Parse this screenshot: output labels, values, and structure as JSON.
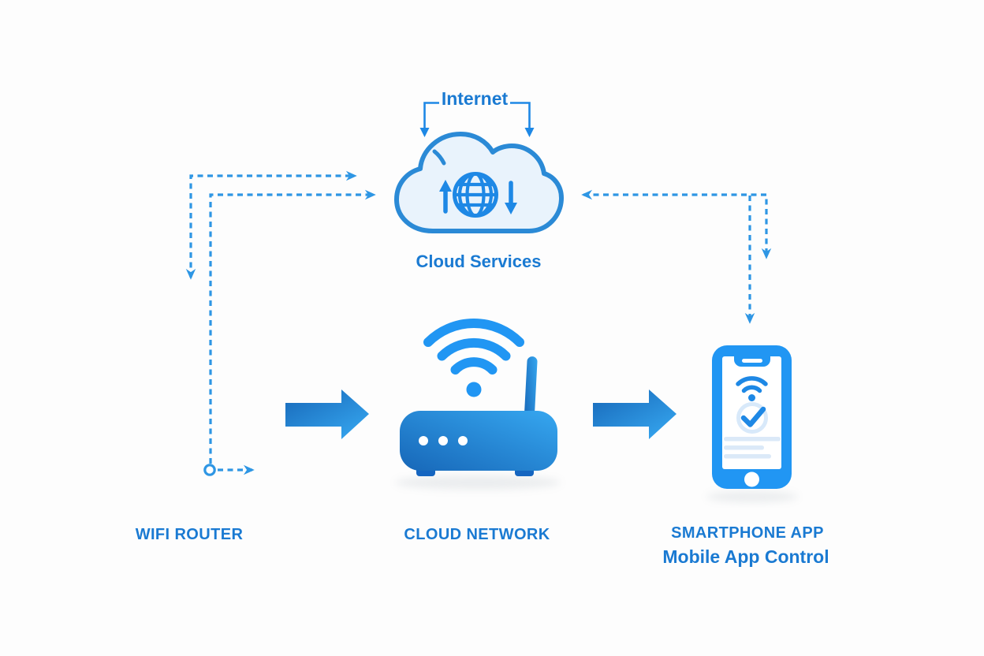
{
  "labels": {
    "internet": "Internet",
    "cloud_services": "Cloud Services",
    "wifi_router": "WIFI ROUTER",
    "cloud_network": "CLOUD NETWORK",
    "smartphone_app": "SMARTPHONE APP",
    "mobile_app_control": "Mobile App Control"
  },
  "icons": {
    "cloud": "cloud-icon",
    "globe": "globe-icon",
    "upload_arrow": "arrow-up-icon",
    "download_arrow": "arrow-down-icon",
    "wifi": "wifi-icon",
    "router": "wifi-router-icon",
    "smartphone": "smartphone-icon",
    "check": "check-circle-icon",
    "flow_arrow": "arrow-right-icon",
    "connector": "dashed-arrow-connector"
  },
  "connectors": {
    "router_area_to_cloud": "dashed, two lines pointing right into cloud, one branch down-left, one ending in circle with right arrow",
    "cloud_to_smartphone": "dashed, arrow left into cloud, two branches pointing down toward smartphone",
    "into_router": "solid right arrow",
    "router_to_phone": "solid right arrow"
  },
  "colors": {
    "background": "#fdfdfd",
    "primary_blue": "#2196f3",
    "deep_blue": "#1565c0",
    "outline_blue": "#2b8ad6",
    "icon_blue": "#1e88e5",
    "cloud_fill": "#e9f3fc",
    "label_text": "#1a7ad2",
    "dash_blue": "#2e96e4",
    "gradient_dark": "#1767b8",
    "gradient_light": "#36a7f0",
    "screen_line": "#dbe9f8",
    "check_ring": "#d8e9fa"
  }
}
